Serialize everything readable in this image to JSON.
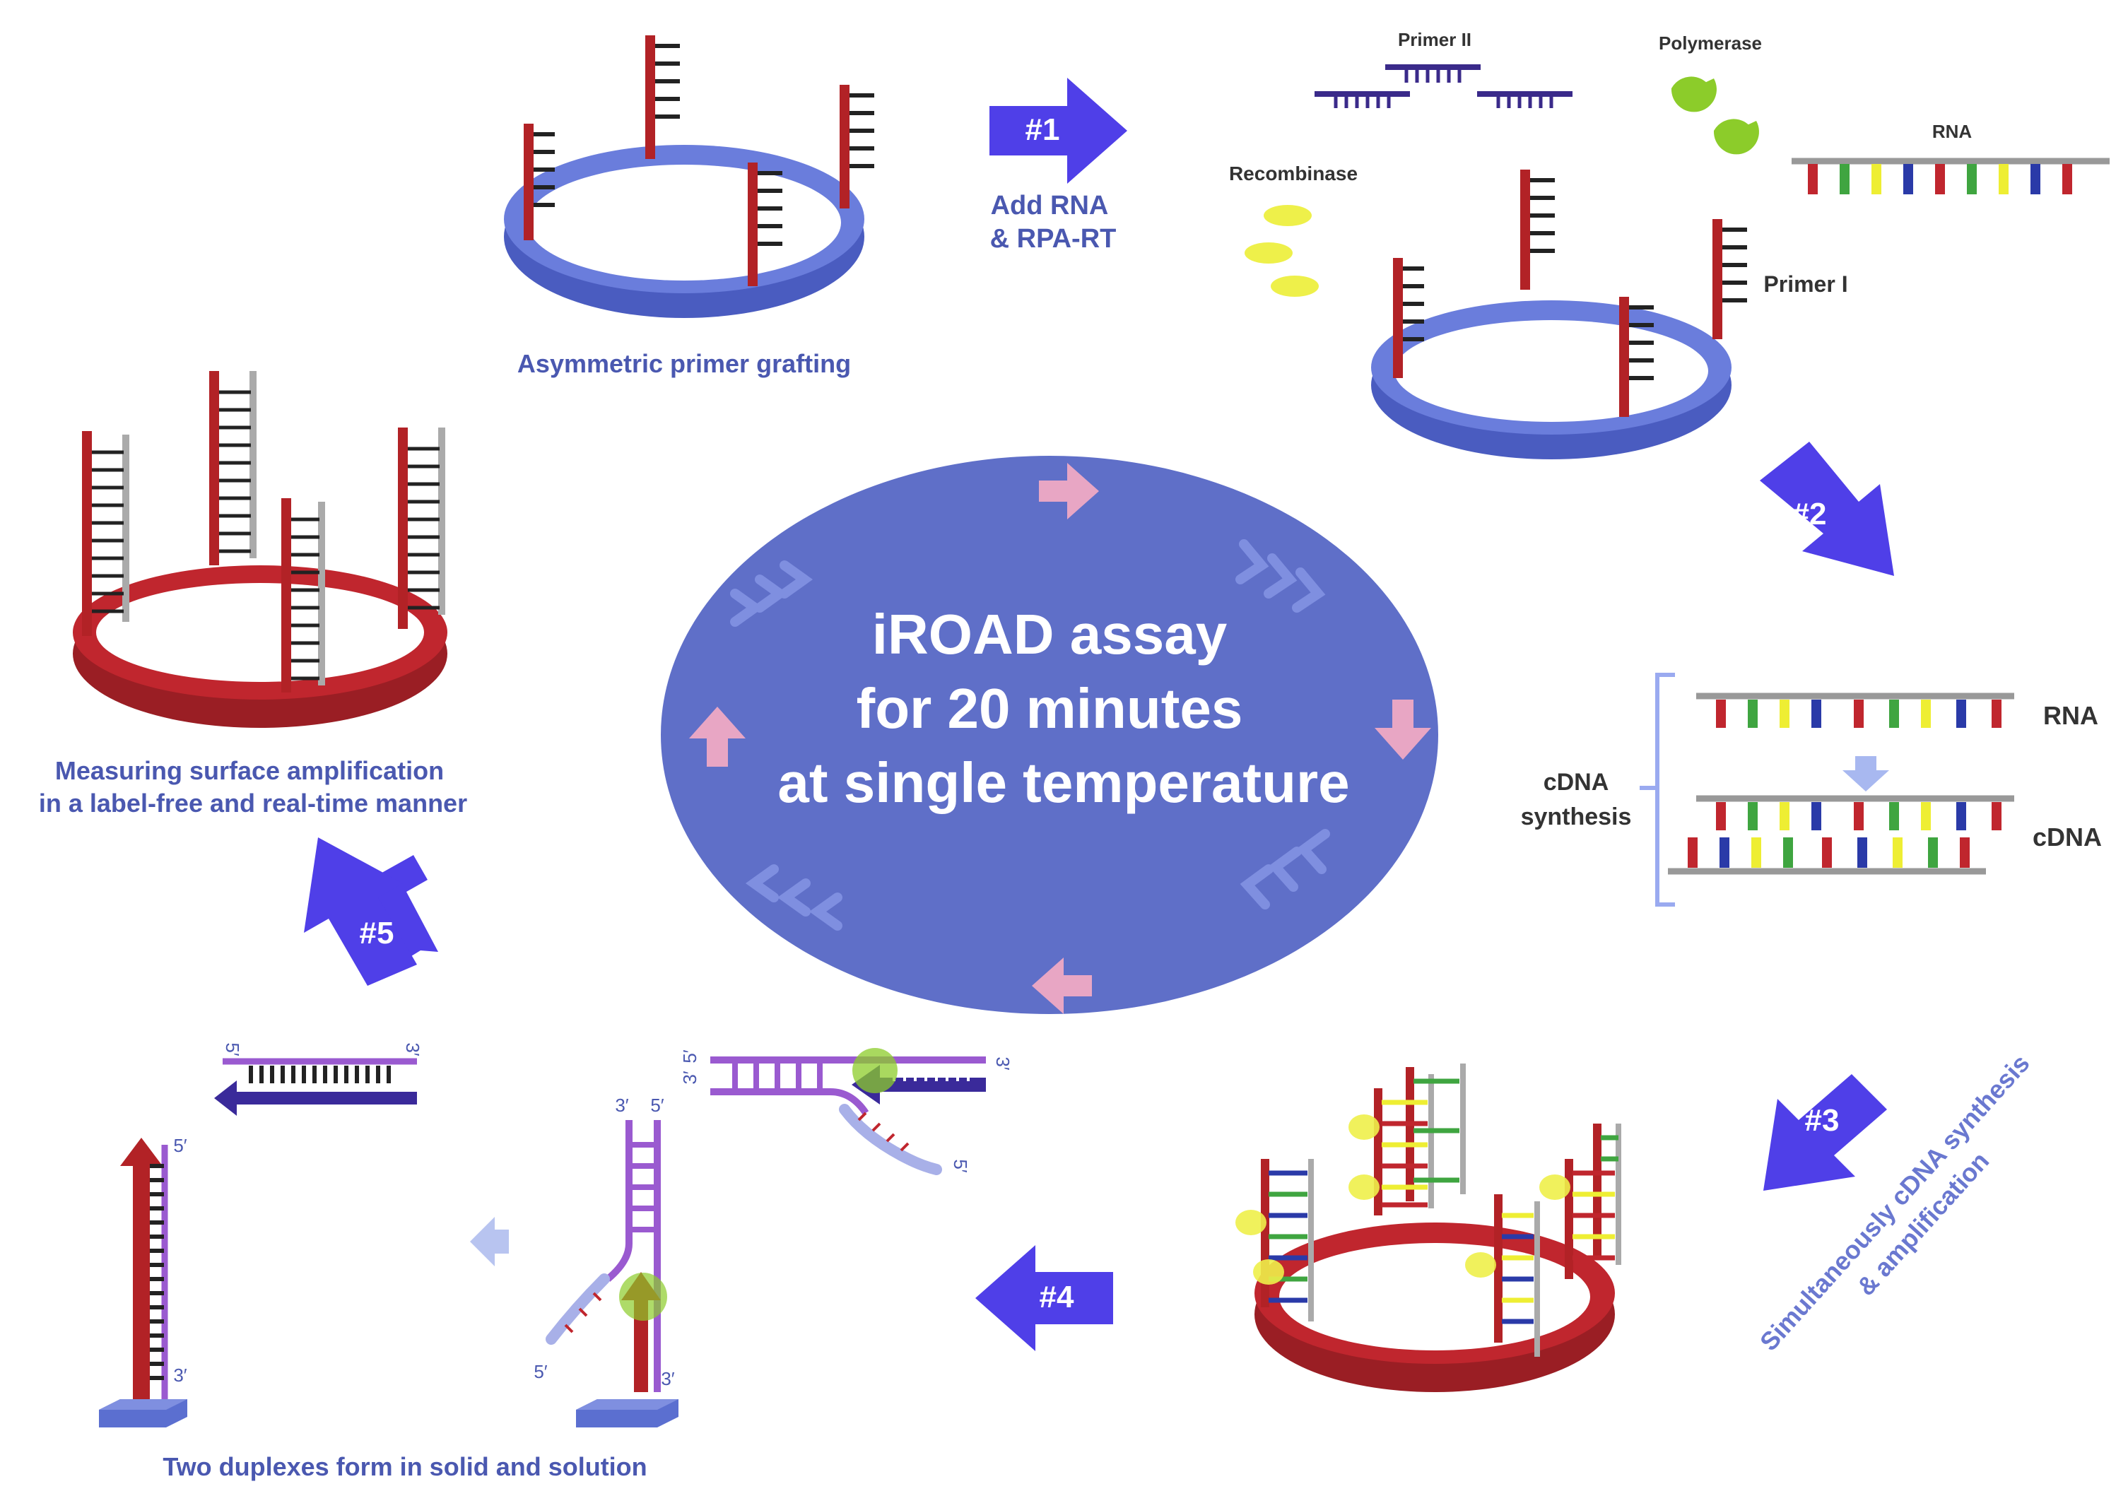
{
  "center": {
    "line1": "iROAD assay",
    "line2": "for  20 minutes",
    "line3": "at single temperature"
  },
  "steps": {
    "s1": "#1",
    "s2": "#2",
    "s3": "#3",
    "s4": "#4",
    "s5": "#5"
  },
  "labels": {
    "asymmetric_grafting": "Asymmetric primer grafting",
    "add_rna_1": "Add RNA",
    "add_rna_2": "& RPA-RT",
    "primer_ii": "Primer II",
    "polymerase": "Polymerase",
    "recombinase": "Recombinase",
    "rna_top": "RNA",
    "primer_i": "Primer I",
    "cdna_synthesis_1": "cDNA",
    "cdna_synthesis_2": "synthesis",
    "rna_cdna": "RNA",
    "cdna": "cDNA",
    "simultaneous_1": "Simultaneously cDNA synthesis",
    "simultaneous_2": "& amplification",
    "two_duplexes": "Two duplexes form in solid and solution",
    "measuring_1": "Measuring surface amplification",
    "measuring_2": "in a label-free and real-time manner",
    "end_5": "5′",
    "end_3": "3′"
  },
  "colors": {
    "ellipse": "#5f6fc8",
    "step_arrow": "#4f3fe8",
    "ring_blue": "#5b6fd0",
    "ring_red": "#c0262e",
    "strand_red": "#b22226",
    "label_blue": "#4a58b0",
    "base_red": "#c0262e",
    "base_green": "#3fa540",
    "base_yellow": "#eeee33",
    "base_blue": "#2a3aa8",
    "polymerase_green": "#8ccc2a",
    "recombinase_yellow": "#eef04a",
    "purple": "#9a5ad0"
  }
}
